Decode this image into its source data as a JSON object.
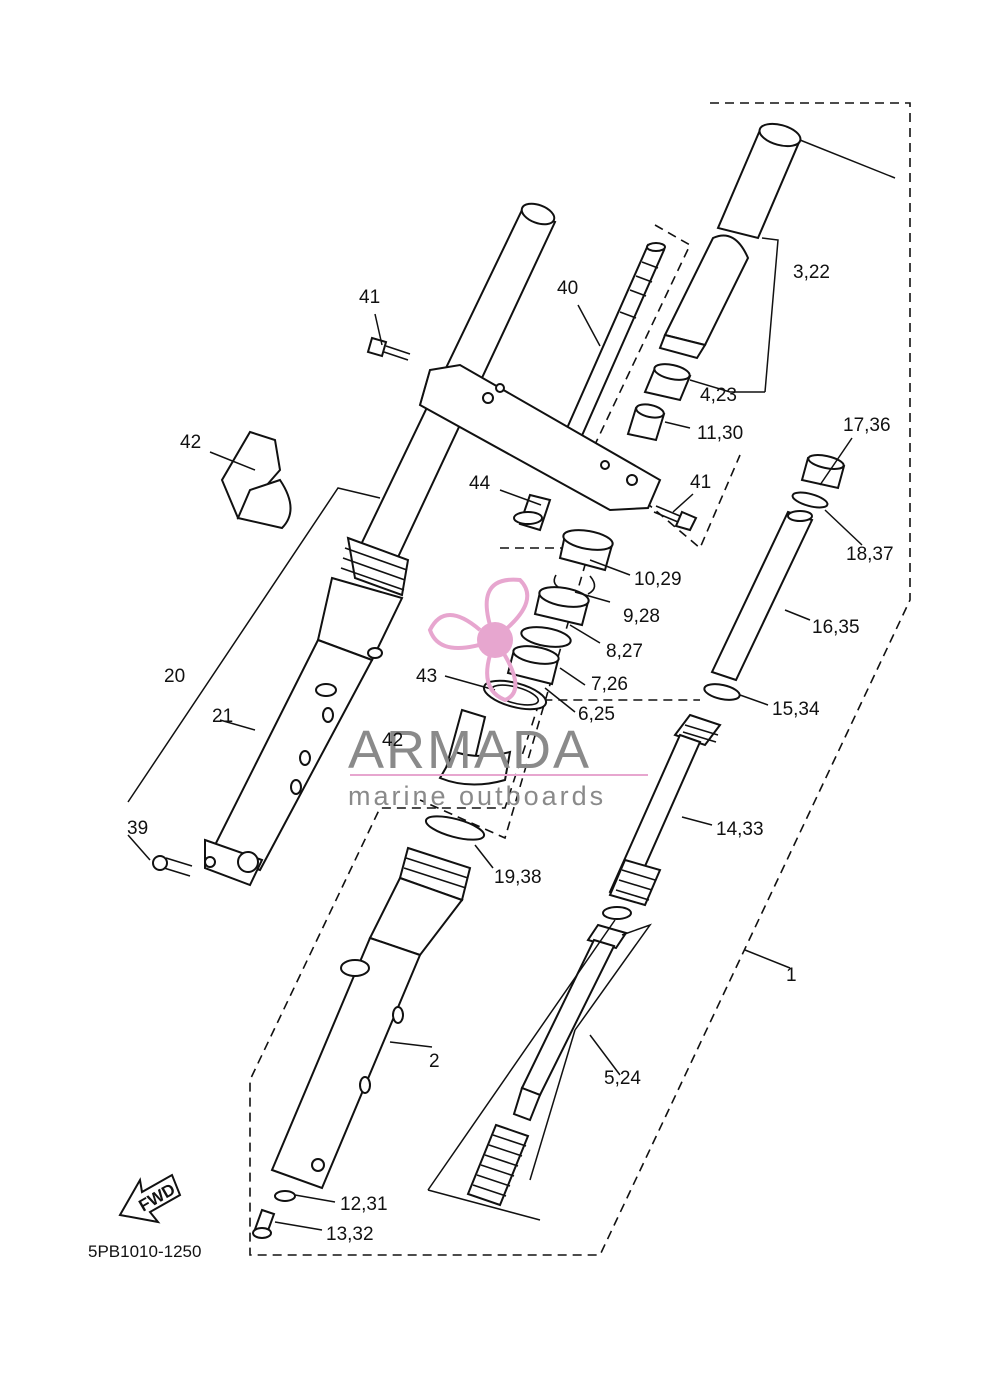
{
  "diagram_code": "5PB1010-1250",
  "fwd_label": "FWD",
  "watermark": {
    "title": "ARMADA",
    "subtitle": "marine outboards",
    "accent_color": "#e7a6cf",
    "text_color": "#8a8a8a"
  },
  "callouts": [
    {
      "id": "c-1",
      "text": "1"
    },
    {
      "id": "c-2",
      "text": "2"
    },
    {
      "id": "c-3-22",
      "text": "3,22"
    },
    {
      "id": "c-4-23",
      "text": "4,23"
    },
    {
      "id": "c-5-24",
      "text": "5,24"
    },
    {
      "id": "c-6-25",
      "text": "6,25"
    },
    {
      "id": "c-7-26",
      "text": "7,26"
    },
    {
      "id": "c-8-27",
      "text": "8,27"
    },
    {
      "id": "c-9-28",
      "text": "9,28"
    },
    {
      "id": "c-10-29",
      "text": "10,29"
    },
    {
      "id": "c-11-30",
      "text": "11,30"
    },
    {
      "id": "c-12-31",
      "text": "12,31"
    },
    {
      "id": "c-13-32",
      "text": "13,32"
    },
    {
      "id": "c-14-33",
      "text": "14,33"
    },
    {
      "id": "c-15-34",
      "text": "15,34"
    },
    {
      "id": "c-16-35",
      "text": "16,35"
    },
    {
      "id": "c-17-36",
      "text": "17,36"
    },
    {
      "id": "c-18-37",
      "text": "18,37"
    },
    {
      "id": "c-19-38",
      "text": "19,38"
    },
    {
      "id": "c-20",
      "text": "20"
    },
    {
      "id": "c-21",
      "text": "21"
    },
    {
      "id": "c-39",
      "text": "39"
    },
    {
      "id": "c-40",
      "text": "40"
    },
    {
      "id": "c-41a",
      "text": "41"
    },
    {
      "id": "c-41b",
      "text": "41"
    },
    {
      "id": "c-42a",
      "text": "42"
    },
    {
      "id": "c-42b",
      "text": "42"
    },
    {
      "id": "c-43",
      "text": "43"
    },
    {
      "id": "c-44",
      "text": "44"
    }
  ]
}
